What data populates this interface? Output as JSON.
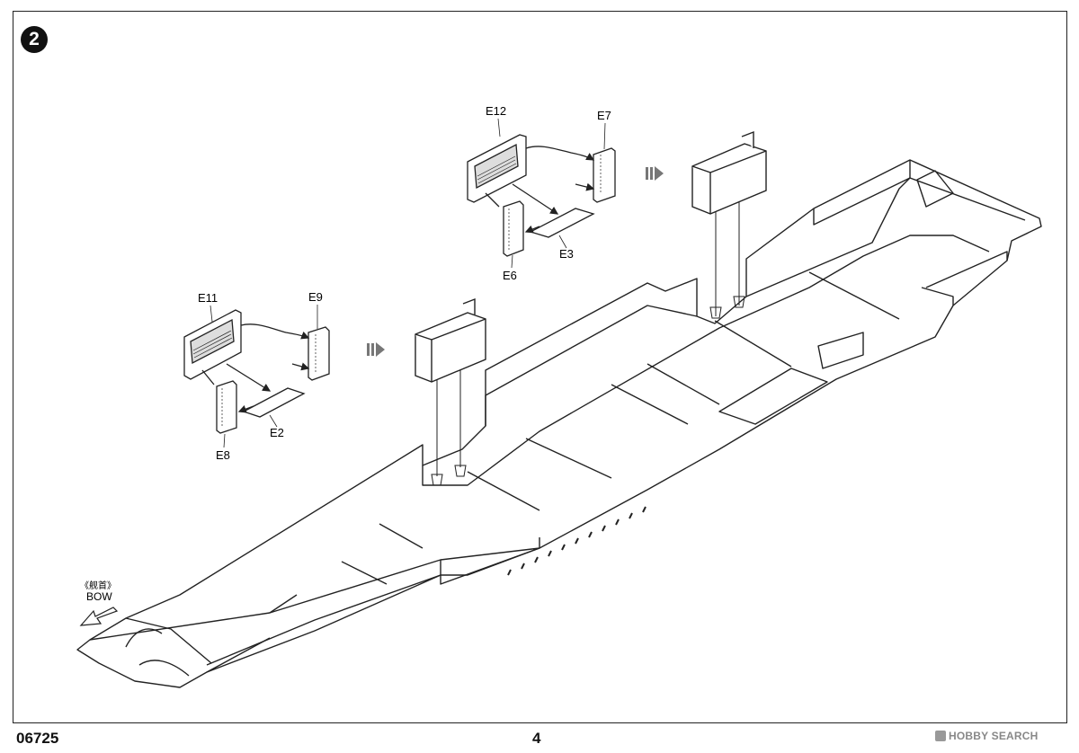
{
  "step": {
    "number": "2"
  },
  "parts": {
    "group_a": {
      "back_panel": "E12",
      "side_panel": "E7",
      "front_panel": "E6",
      "floor_plate": "E3"
    },
    "group_b": {
      "back_panel": "E11",
      "side_panel": "E9",
      "front_panel": "E8",
      "floor_plate": "E2"
    }
  },
  "bow": {
    "label_cn": "《舰首》",
    "label": "BOW"
  },
  "footer": {
    "product_code": "06725",
    "page_number": "4"
  },
  "watermark": {
    "text": "HOBBY SEARCH"
  }
}
